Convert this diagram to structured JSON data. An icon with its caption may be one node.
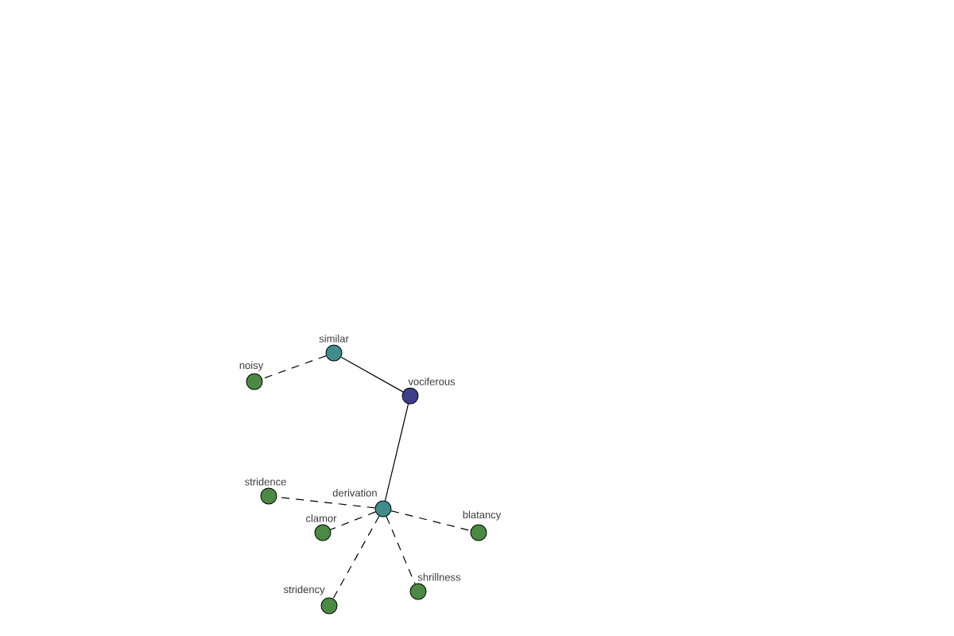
{
  "diagram": {
    "nodes": [
      {
        "text": [
          "similar"
        ]
      },
      {
        "text": [
          "noisy"
        ]
      },
      {
        "text": [
          "vociferous"
        ]
      },
      {
        "text": [
          "stridence"
        ]
      },
      {
        "text": [
          "derivation"
        ]
      },
      {
        "text": [
          "clamor"
        ]
      },
      {
        "text": [
          "blatancy"
        ]
      },
      {
        "text": [
          "shrillness"
        ]
      },
      {
        "text": [
          "stridency"
        ]
      }
    ],
    "edges": [
      {
        "from": 0,
        "to": 1,
        "arrow": "none",
        "style": "dashed"
      },
      {
        "from": 0,
        "to": 2,
        "arrow": "none"
      },
      {
        "from": 2,
        "to": 4,
        "arrow": "none"
      },
      {
        "from": 4,
        "to": 3,
        "arrow": "none",
        "style": "dashed"
      },
      {
        "from": 4,
        "to": 5,
        "arrow": "none",
        "style": "dashed"
      },
      {
        "from": 4,
        "to": 6,
        "arrow": "none",
        "style": "dashed"
      },
      {
        "from": 4,
        "to": 7,
        "arrow": "none",
        "style": "dashed"
      },
      {
        "from": 4,
        "to": 8,
        "arrow": "none",
        "style": "dashed"
      }
    ]
  }
}
